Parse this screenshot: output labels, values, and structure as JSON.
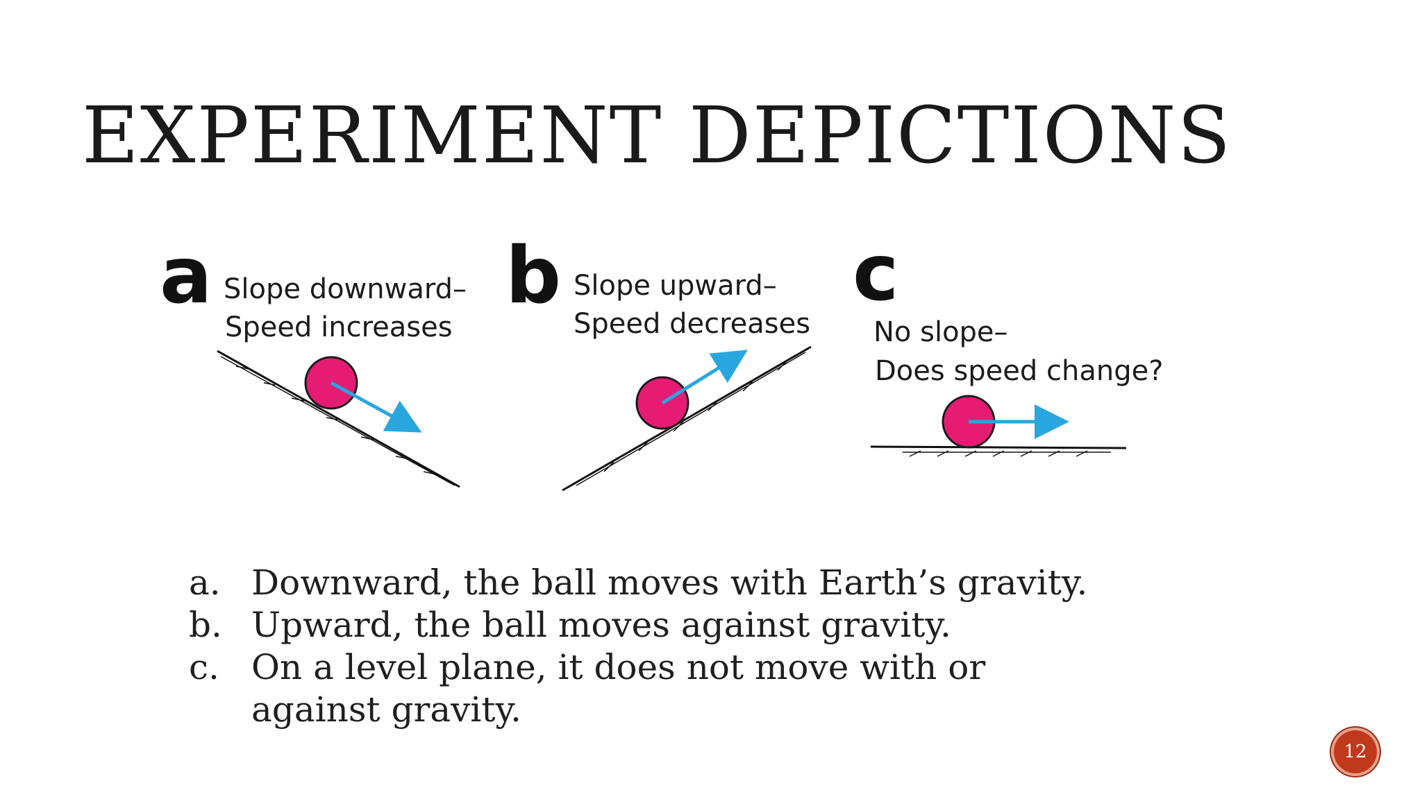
{
  "slide": {
    "title": "EXPERIMENT DEPICTIONS",
    "page_number": "12",
    "colors": {
      "ball": "#e61b73",
      "arrow": "#2aa6de",
      "badge": "#c0391b"
    }
  },
  "figure": {
    "panels": [
      {
        "letter": "a",
        "caption_line1": "Slope  downward–",
        "caption_line2": "Speed increases"
      },
      {
        "letter": "b",
        "caption_line1": "Slope upward–",
        "caption_line2": "Speed decreases"
      },
      {
        "letter": "c",
        "caption_line1": "No slope–",
        "caption_line2": "Does speed change?"
      }
    ]
  },
  "notes": [
    {
      "marker": "a.",
      "text": "Downward, the ball moves with Earth’s gravity."
    },
    {
      "marker": "b.",
      "text": "Upward, the ball moves against gravity."
    },
    {
      "marker": "c.",
      "text": "On a level plane, it does not move with or against gravity."
    }
  ]
}
